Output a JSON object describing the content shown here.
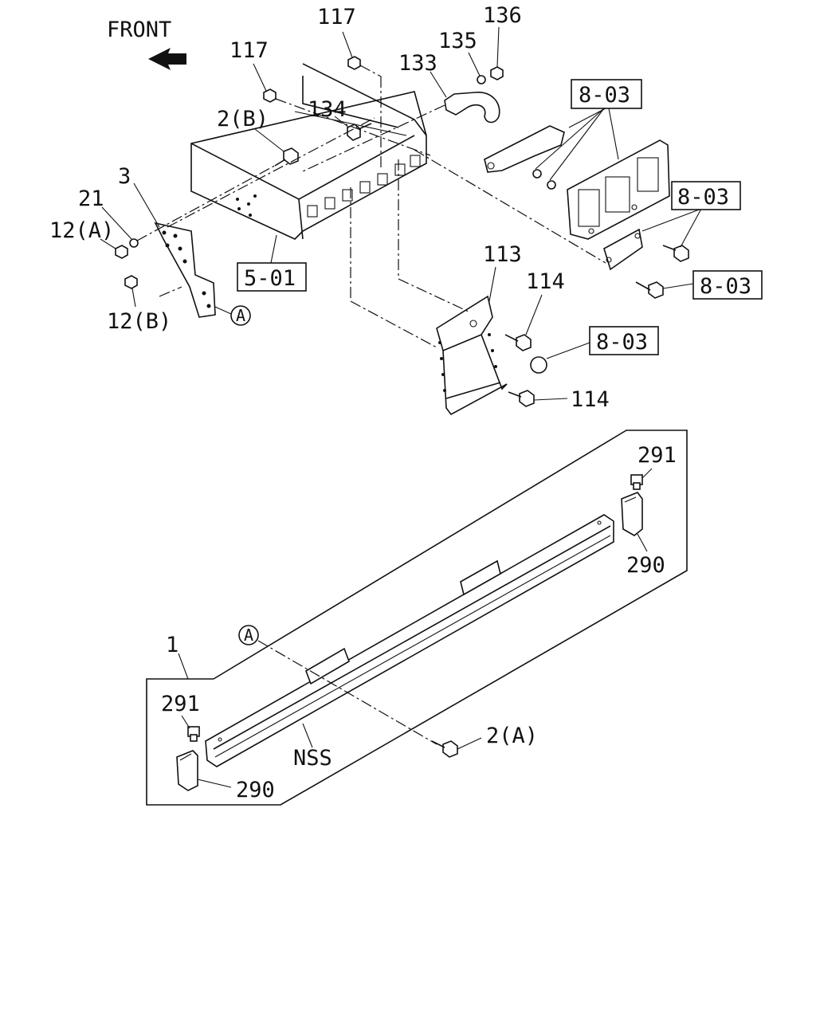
{
  "direction": {
    "label": "FRONT",
    "arrow_icon": "front-arrow-icon"
  },
  "callouts": {
    "c117a": "117",
    "c117b": "117",
    "c136": "136",
    "c135": "135",
    "c133": "133",
    "c134": "134",
    "c2b": "2(B)",
    "c3": "3",
    "c21": "21",
    "c12a": "12(A)",
    "c12b": "12(B)",
    "c113": "113",
    "c114a": "114",
    "c114b": "114",
    "c291a": "291",
    "c290a": "290",
    "c1": "1",
    "c291b": "291",
    "c290b": "290",
    "cNSS": "NSS",
    "c2a": "2(A)"
  },
  "refs": {
    "r1": "8-03",
    "r2": "8-03",
    "r3": "8-03",
    "r4": "8-03",
    "r5": "5-01"
  },
  "markers": {
    "a1": "A",
    "a2": "A"
  }
}
